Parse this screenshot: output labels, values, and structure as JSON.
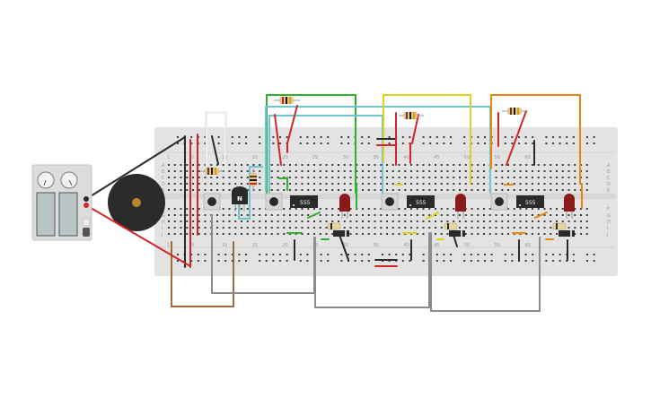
{
  "canvas": {
    "background": "#ffffff"
  },
  "breadboard": {
    "color": "#e3e3e3",
    "column_labels": [
      "1",
      "5",
      "10",
      "15",
      "20",
      "25",
      "30",
      "35",
      "40",
      "45",
      "50",
      "55",
      "60"
    ],
    "row_labels_top": [
      "A",
      "B",
      "C",
      "D",
      "E"
    ],
    "row_labels_bottom": [
      "F",
      "G",
      "H",
      "I",
      "J"
    ]
  },
  "components": {
    "timers": [
      {
        "id": "timer-1",
        "label": "555"
      },
      {
        "id": "timer-2",
        "label": "555"
      },
      {
        "id": "timer-3",
        "label": "555"
      }
    ],
    "transistor": {
      "label": "N"
    },
    "leds": [
      {
        "id": "led-1",
        "color": "#8b1a1a"
      },
      {
        "id": "led-2",
        "color": "#8b1a1a"
      },
      {
        "id": "led-3",
        "color": "#8b1a1a"
      }
    ],
    "buzzer": {
      "color": "#2b2b2b",
      "center_color": "#b8862b"
    },
    "battery_pack": {
      "cells": 2,
      "color": "#dcdcdc"
    }
  },
  "wire_colors": {
    "red": "#d42525",
    "black": "#2a2a2a",
    "green": "#2fb12f",
    "yellow": "#e3cf1d",
    "orange": "#e8870e",
    "cyan": "#6cc6cf",
    "gray": "#8c8c8c",
    "brown": "#a06a3a",
    "white": "#f5f5f5"
  }
}
